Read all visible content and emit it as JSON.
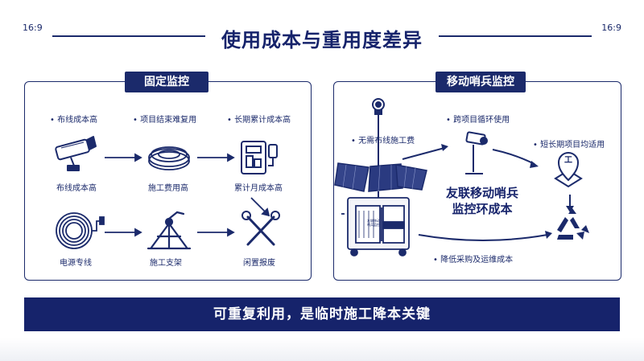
{
  "page": {
    "ratio_left": "16:9",
    "ratio_right": "16:9",
    "title": "使用成本与重用度差异"
  },
  "fixed_panel": {
    "header": "固定监控",
    "top_labels": [
      "布线成本高",
      "项目结束难复用",
      "长期累计成本高"
    ],
    "mid_labels": [
      "布线成本高",
      "施工费用高",
      "累计月成本高"
    ],
    "bottom_labels": [
      "电源专线",
      "施工支架",
      "闲置报废"
    ]
  },
  "mobile_panel": {
    "header": "移动哨兵监控",
    "label_no_construction": "无需布线施工费",
    "label_cross_project": "跨项目循环使用",
    "label_short_long": "短长期项目均适用",
    "center_line1": "友联移动哨兵",
    "center_line2": "监控环成本",
    "label_reduce": "降低采购及运维成本",
    "cart_sign": "友联移动哨兵监控",
    "badge_char": "工"
  },
  "footer": {
    "text": "可重复利用，是临时施工降本关键"
  },
  "colors": {
    "navy": "#1b2a6b",
    "navy_dark": "#16236b",
    "white": "#ffffff"
  }
}
